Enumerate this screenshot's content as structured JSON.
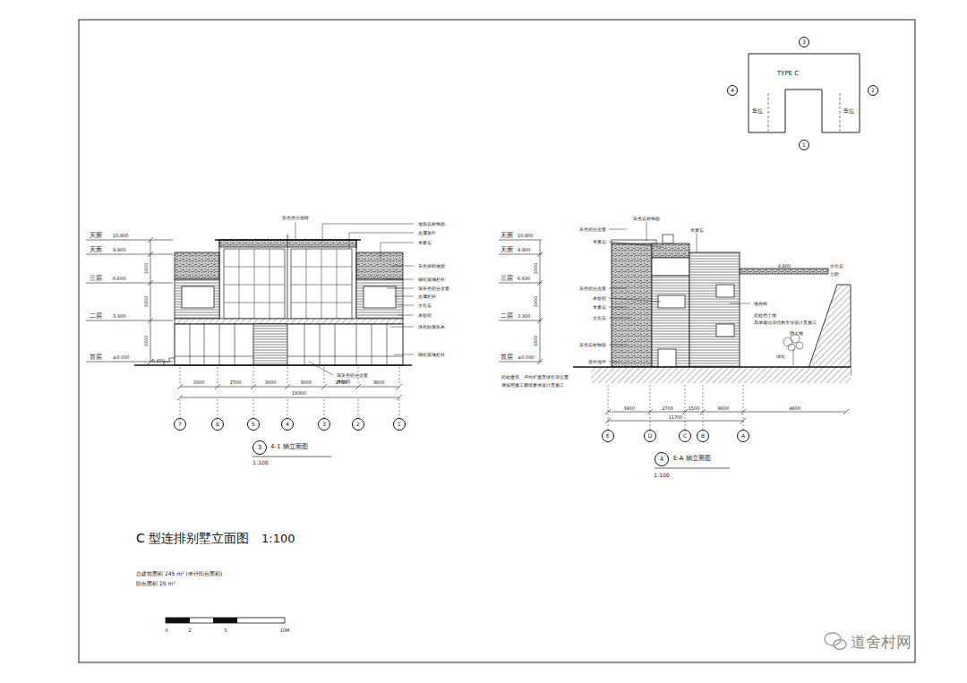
{
  "diagram": {
    "title": "C 型连排别墅立面图",
    "nodes": [
      {
        "text": [
          "3"
        ]
      },
      {
        "text": [
          "4"
        ]
      },
      {
        "text": [
          "2"
        ]
      },
      {
        "text": [
          "1"
        ]
      },
      {
        "text": [
          "7"
        ]
      },
      {
        "text": [
          "6"
        ]
      },
      {
        "text": [
          "5"
        ]
      },
      {
        "text": [
          "4"
        ]
      },
      {
        "text": [
          "3"
        ]
      },
      {
        "text": [
          "2"
        ]
      },
      {
        "text": [
          "1"
        ]
      },
      {
        "text": [
          "3"
        ]
      },
      {
        "text": [
          "E"
        ]
      },
      {
        "text": [
          "D"
        ]
      },
      {
        "text": [
          "C"
        ]
      },
      {
        "text": [
          "B"
        ]
      },
      {
        "text": [
          "A"
        ]
      },
      {
        "text": [
          "4"
        ]
      }
    ],
    "labels": [
      "TYPE C",
      "车位",
      "车位",
      "天面",
      "天面",
      "三层",
      "二层",
      "首层",
      "10.800",
      "9.900",
      "6.600",
      "3.300",
      "±0.000",
      "3300",
      "3300",
      "3300",
      "3300",
      "2700",
      "3000",
      "3000",
      "2700",
      "3600",
      "18300",
      "灰色仿古面砖",
      "墙面石材饰面",
      "金属百叶",
      "米黄石",
      "灰色涂料墙面",
      "钢化玻璃栏杆",
      "深灰色铝合金窗",
      "金属栏杆",
      "文化石",
      "木纹铝",
      "浅色防腐实木",
      "钢化玻璃栏杆",
      "深灰色铝合金窗",
      "木纹铝",
      "-0.450",
      "4-1 轴立面图",
      "1:100",
      "天面",
      "天面",
      "三层",
      "二层",
      "首层",
      "10.800",
      "9.900",
      "6.600",
      "3.300",
      "±0.000",
      "3300",
      "3300",
      "3300",
      "灰色铝合金窗",
      "米黄石",
      "灰色铝合金窗",
      "木纹铝",
      "米黄石",
      "文化石",
      "灰色石材饰面",
      "室外地坪",
      "此处建筑、户外扩建及绿化等位置",
      "请按照施工图纸要求设计及施工",
      "灰色石材饰面",
      "米黄石",
      "4.800",
      "文化石",
      "台阶",
      "墙身线",
      "此处挡土墙",
      "具体做法详结构专业设计及施工",
      "挡土墙",
      "绿化",
      "3900",
      "2700",
      "1500",
      "3600",
      "11700",
      "4800",
      "E-A 轴立面图",
      "1:100",
      "1:100",
      "总建筑面积 245 m² (未计阳台面积)",
      "阳台面积 25 m²",
      "0",
      "2",
      "5",
      "10M",
      "道舍村网"
    ]
  }
}
